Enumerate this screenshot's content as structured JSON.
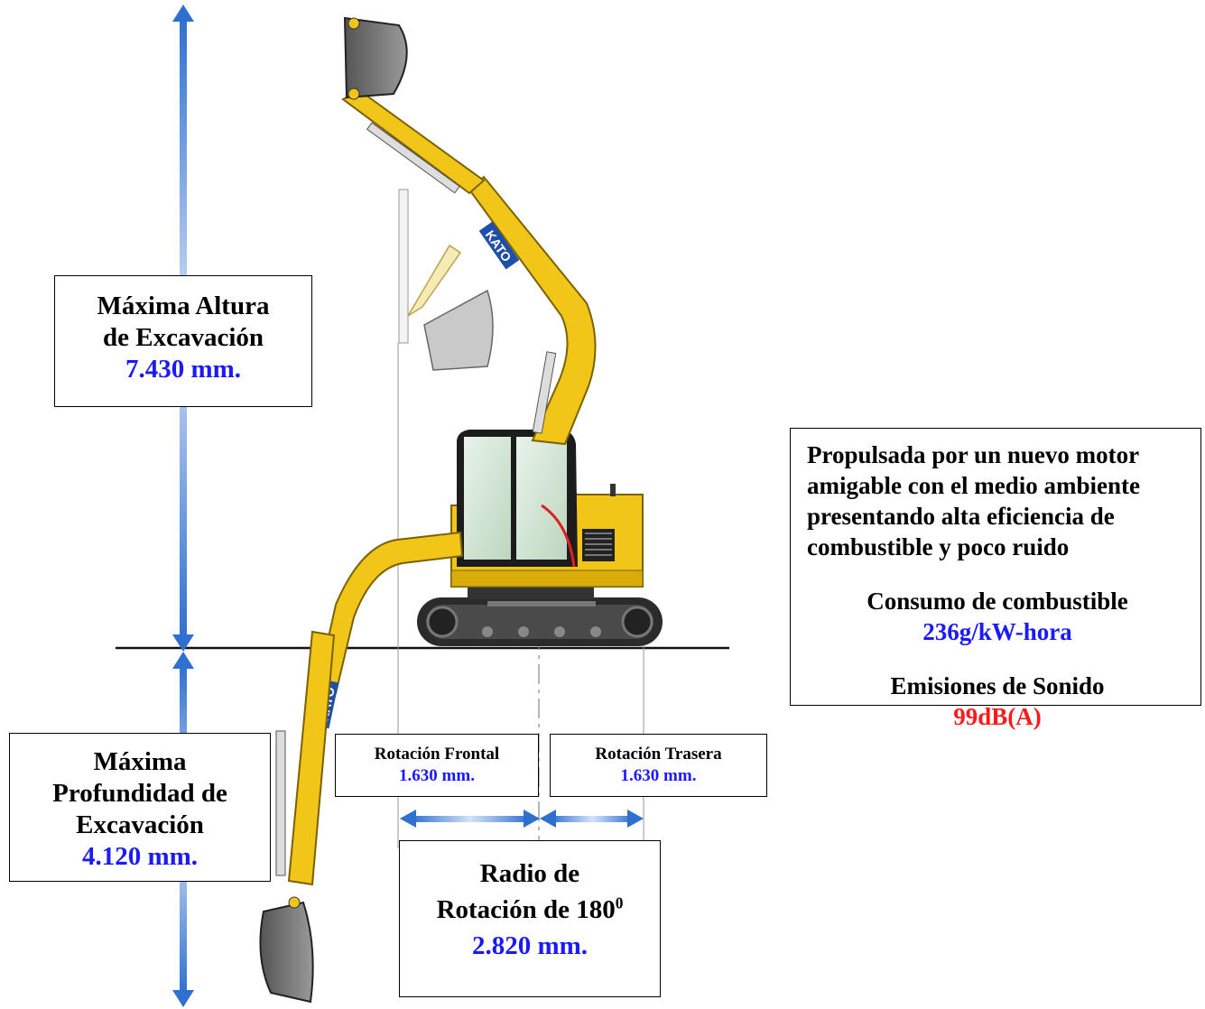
{
  "max_height": {
    "label_line1": "Máxima Altura",
    "label_line2": "de Excavación",
    "value": "7.430 mm."
  },
  "max_depth": {
    "label_line1": "Máxima",
    "label_line2": "Profundidad de",
    "label_line3": "Excavación",
    "value": "4.120 mm."
  },
  "front_rotation": {
    "label": "Rotación Frontal",
    "value": "1.630 mm."
  },
  "rear_rotation": {
    "label": "Rotación Trasera",
    "value": "1.630 mm."
  },
  "rotation_radius": {
    "label_line1": "Radio de",
    "label_line2": "Rotación de 180",
    "superscript": "0",
    "value": "2.820 mm."
  },
  "engine_info": {
    "description": "Propulsada por un nuevo motor amigable con el medio ambiente presentando alta eficiencia de combustible y poco ruido",
    "fuel_label": "Consumo de combustible",
    "fuel_value": "236g/kW-hora",
    "sound_label": "Emisiones de Sonido",
    "sound_value": "99dB(A)"
  },
  "brand": "KATO",
  "colors": {
    "machine_yellow": "#f2c619",
    "value_blue": "#1a1aff",
    "sound_red": "#ff1a1a",
    "arrow_blue": "#3a7fd6"
  }
}
